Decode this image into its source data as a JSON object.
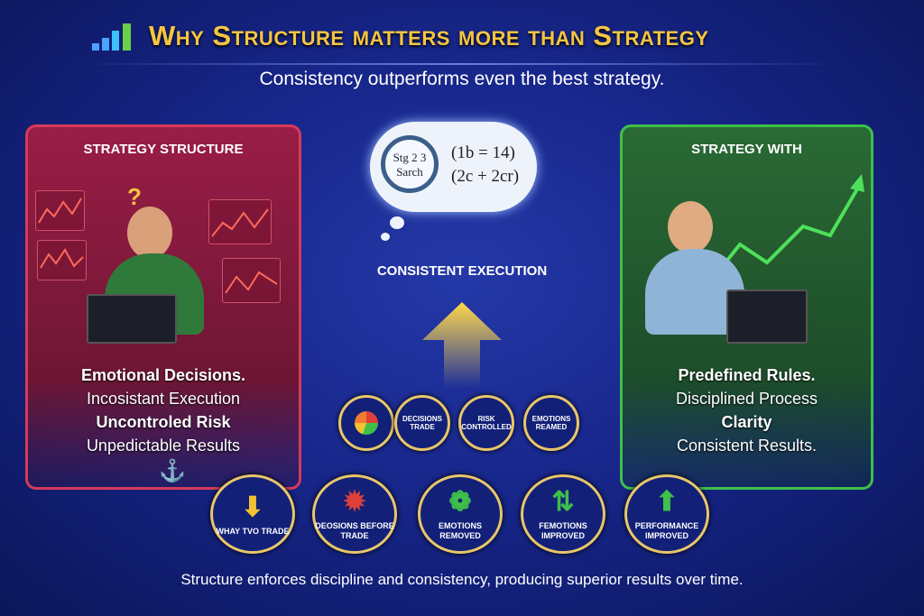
{
  "header": {
    "title": "Why Structure matters more than Strategy",
    "subtitle": "Consistency outperforms even the best strategy."
  },
  "left_panel": {
    "title": "STRATEGY STRUCTURE",
    "items": [
      "Emotional Decisions.",
      "Incosistant Execution",
      "Uncontroled Risk",
      "Unpedictable Results"
    ],
    "question_mark": "?"
  },
  "right_panel": {
    "title": "STRATEGY WITH",
    "items": [
      "Predefined Rules.",
      "Disciplined Process",
      "Clarity",
      "Consistent Results."
    ]
  },
  "thought_cloud": {
    "lens_text": [
      "Stg 2 3",
      "Sarch"
    ],
    "equations": [
      "(1b = 14)",
      "(2c + 2cr)"
    ]
  },
  "center_label": "CONSISTENT EXECUTION",
  "small_circles": [
    {
      "label": "",
      "icon": "pie-chart"
    },
    {
      "label": "DECISIONS TRADE"
    },
    {
      "label": "RISK CONTROLLED"
    },
    {
      "label": "EMOTIONS REAMED"
    }
  ],
  "big_circles": [
    {
      "icon": "⬇",
      "color": "#f2c230",
      "label": "WHAY TVO TRADE"
    },
    {
      "icon": "✹",
      "color": "#e0403a",
      "label": "DEOSIONS BEFORE TRADE"
    },
    {
      "icon": "❁",
      "color": "#3ec04a",
      "label": "EMOTIONS REMOVED"
    },
    {
      "icon": "⇅",
      "color": "#3ec04a",
      "label": "FEMOTIONS IMPROVED"
    },
    {
      "icon": "⬆",
      "color": "#3ec04a",
      "label": "PERFORMANCE IMPROVED"
    }
  ],
  "footer": "Structure enforces discipline and consistency, producing superior results over time.",
  "colors": {
    "gold": "#f5c542",
    "red_panel": "#9a1d46",
    "green_panel": "#2a6a34"
  }
}
